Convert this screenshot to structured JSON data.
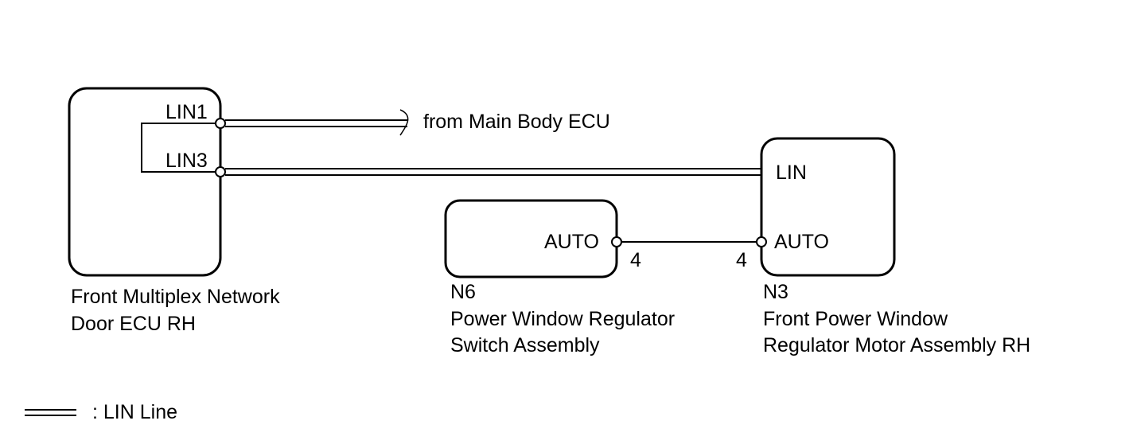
{
  "components": {
    "door_ecu": {
      "name_line1": "Front Multiplex Network",
      "name_line2": "Door ECU RH",
      "pins": {
        "lin1": "LIN1",
        "lin3": "LIN3"
      }
    },
    "switch_assembly": {
      "code": "N6",
      "name_line1": "Power Window Regulator",
      "name_line2": "Switch Assembly",
      "pin_auto": "AUTO",
      "pin_auto_number": "4"
    },
    "motor_assembly": {
      "code": "N3",
      "name_line1": "Front Power Window",
      "name_line2": "Regulator Motor Assembly RH",
      "pin_lin": "LIN",
      "pin_auto": "AUTO",
      "pin_auto_number": "4"
    }
  },
  "external_note": "from Main Body ECU",
  "legend": {
    "label": ": LIN Line"
  },
  "colors": {
    "line": "#000000",
    "background": "#ffffff"
  }
}
